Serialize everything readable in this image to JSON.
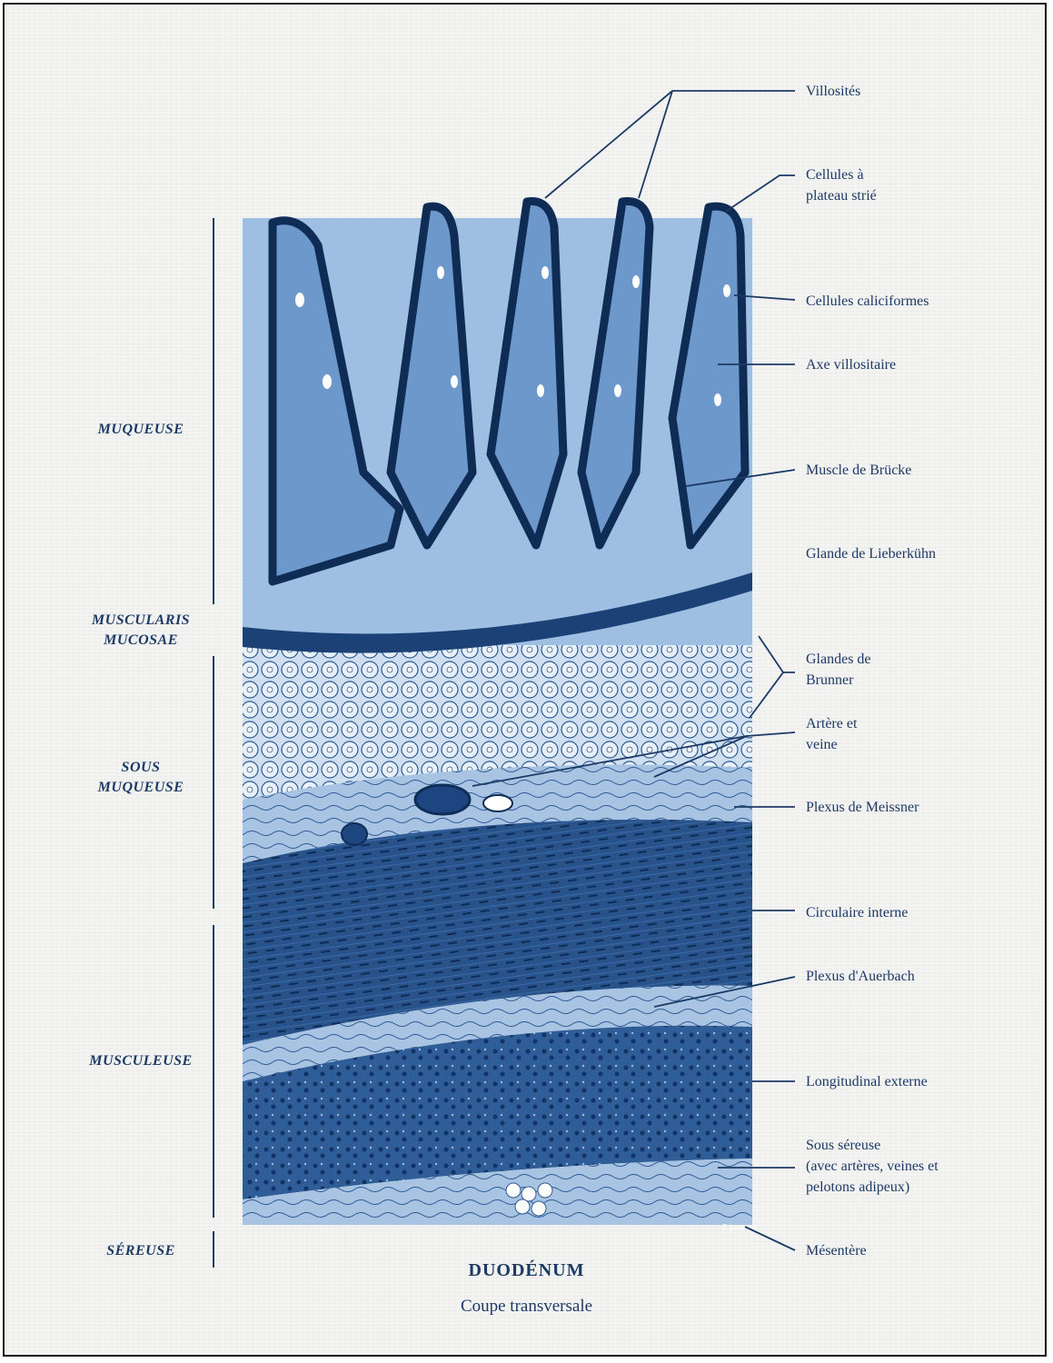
{
  "title": "DUODÉNUM",
  "subtitle": "Coupe transversale",
  "layers": {
    "muqueuse": "MUQUEUSE",
    "muscularis_line1": "MUSCULARIS",
    "muscularis_line2": "MUCOSAE",
    "sous_muqueuse_line1": "SOUS",
    "sous_muqueuse_line2": "MUQUEUSE",
    "musculeuse": "MUSCULEUSE",
    "sereuse": "SÉREUSE"
  },
  "callouts": {
    "villosites": "Villosités",
    "cellules_plateau_1": "Cellules à",
    "cellules_plateau_2": "plateau strié",
    "cellules_caliciformes": "Cellules caliciformes",
    "axe_villositaire": "Axe villositaire",
    "muscle_brucke": "Muscle de Brücke",
    "glande_lieberkuhn": "Glande de Lieberkühn",
    "glandes_brunner_1": "Glandes de",
    "glandes_brunner_2": "Brunner",
    "artere_veine_1": "Artère et",
    "artere_veine_2": "veine",
    "plexus_meissner": "Plexus de Meissner",
    "circulaire_interne": "Circulaire interne",
    "plexus_auerbach": "Plexus d'Auerbach",
    "longitudinal_externe": "Longitudinal externe",
    "sous_sereuse_1": "Sous séreuse",
    "sous_sereuse_2": "(avec artères, veines et",
    "sous_sereuse_3": "pelotons adipeux)",
    "mesentere": "Mésentère"
  },
  "signature": "P. Lucatelli",
  "colors": {
    "ink": "#1c3a66",
    "tissue_dark": "#2a5590",
    "tissue_light": "#b9d0ea",
    "paper": "#f2f2f0"
  }
}
